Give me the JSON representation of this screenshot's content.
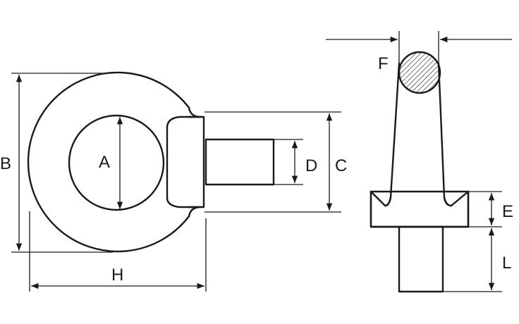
{
  "diagram": {
    "labels": {
      "A": "A",
      "B": "B",
      "C": "C",
      "D": "D",
      "E": "E",
      "F": "F",
      "H": "H",
      "L": "L"
    },
    "colors": {
      "line": "#1a1a1a",
      "background": "#ffffff"
    }
  }
}
